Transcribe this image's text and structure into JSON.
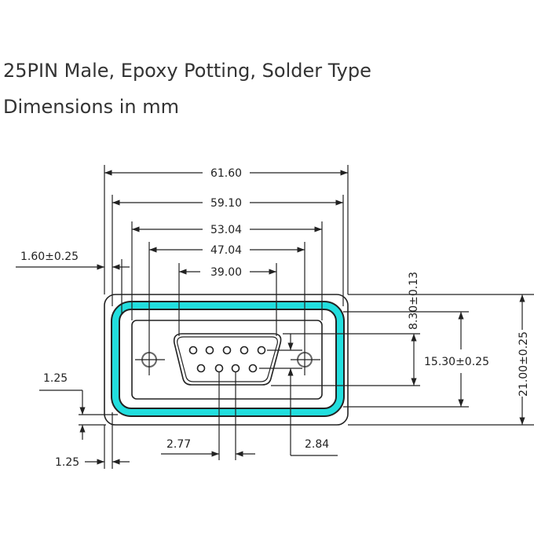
{
  "title": "25PIN Male, Epoxy Potting, Solder Type",
  "subtitle": "Dimensions in mm",
  "accent_color": "#22dede",
  "dimensions": {
    "overall_width": "61.60",
    "flange_width": "59.10",
    "inner_width": "53.04",
    "hole_spacing": "47.04",
    "shell_width": "39.00",
    "wall": "1.60±0.25",
    "shell_height": "8.30±0.13",
    "inner_height": "15.30±0.25",
    "overall_height": "21.00±0.25",
    "gap_top": "1.25",
    "gap_left": "1.25",
    "pin_pitch": "2.77",
    "row_offset": "2.84"
  }
}
